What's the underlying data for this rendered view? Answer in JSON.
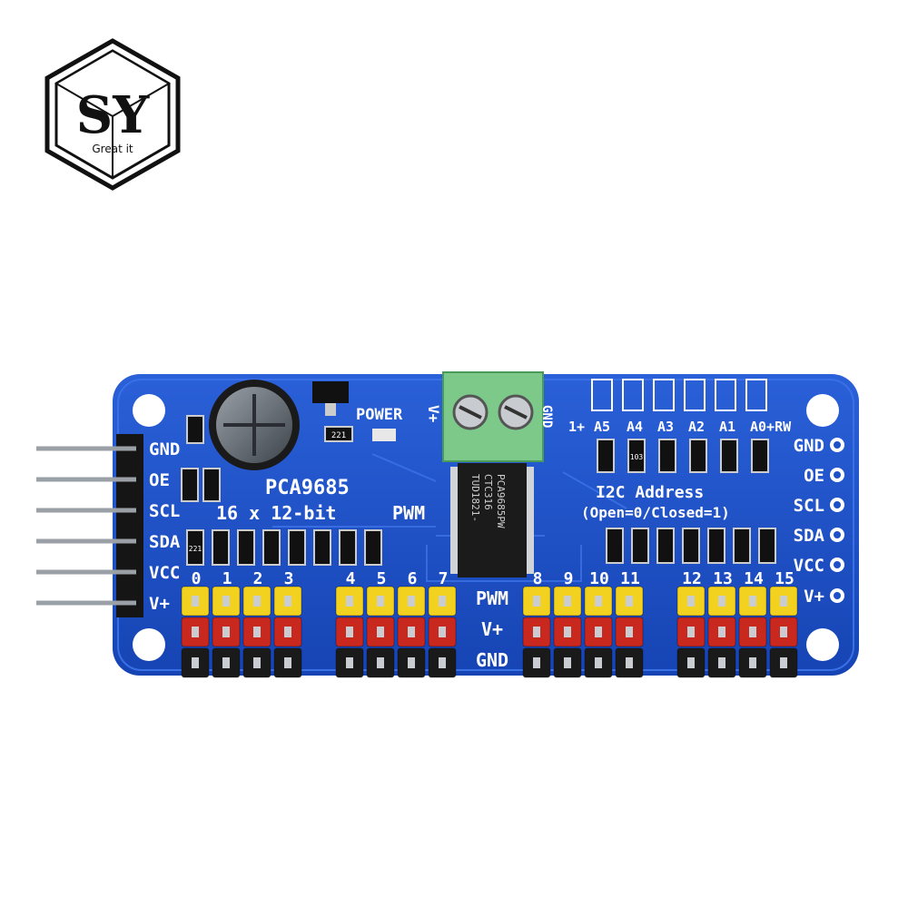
{
  "logo": {
    "letters": "SY",
    "tagline": "Great it"
  },
  "board": {
    "chip_name": "PCA9685",
    "subtitle": "16 x 12-bit",
    "pwm_label": "PWM",
    "power_label": "POWER",
    "terminal_plus": "V+",
    "terminal_gnd": "GND",
    "i2c_title": "I2C Address",
    "i2c_note": "(Open=0/Closed=1)",
    "addr_labels": [
      "1+",
      "A5",
      "A4",
      "A3",
      "A2",
      "A1",
      "A0+RW"
    ],
    "left_pins": [
      "GND",
      "OE",
      "SCL",
      "SDA",
      "VCC",
      "V+"
    ],
    "right_pins": [
      "GND",
      "OE",
      "SCL",
      "SDA",
      "VCC",
      "V+"
    ],
    "channels": [
      "0",
      "1",
      "2",
      "3",
      "4",
      "5",
      "6",
      "7",
      "8",
      "9",
      "10",
      "11",
      "12",
      "13",
      "14",
      "15"
    ],
    "row_labels": [
      "PWM",
      "V+",
      "GND"
    ],
    "chip_marking": [
      "PCA9685PW",
      "CTC316",
      "TUD1821-"
    ],
    "resistor_top": "103",
    "resistor_row": "221",
    "colors": {
      "pcb": "#1e50c8",
      "header_pwm": "#f2d21e",
      "header_vplus": "#c8281e",
      "header_gnd": "#1a1a1a",
      "terminal": "#7cc98a"
    }
  }
}
